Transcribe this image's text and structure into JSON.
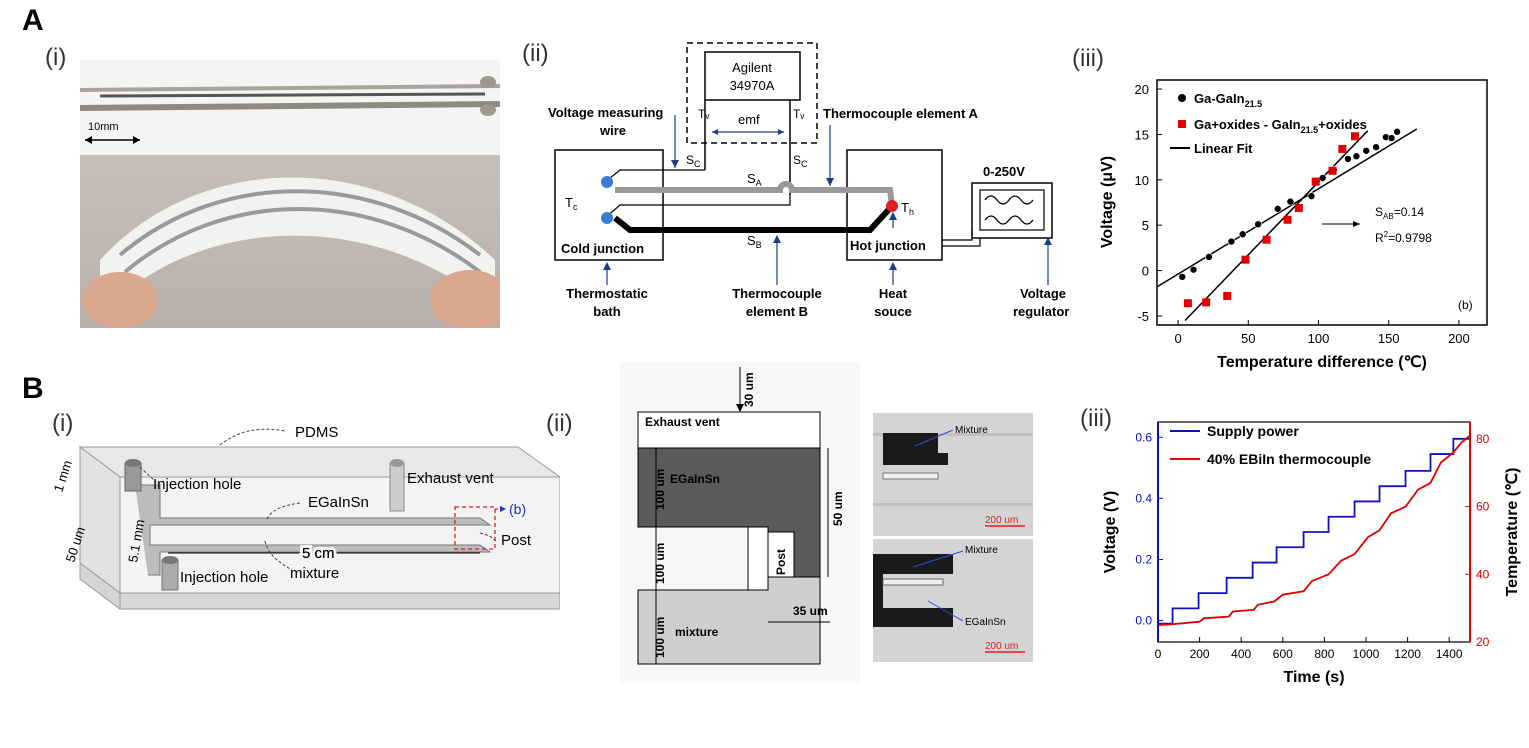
{
  "panel_A": {
    "letter": "A",
    "i": {
      "label": "(i)",
      "scale_bar": "10mm"
    },
    "ii": {
      "label": "(ii)",
      "instrument": [
        "Agilent",
        "34970A"
      ],
      "emf": "emf",
      "tv": "Tᵥ",
      "sc": "S",
      "sc_sub": "C",
      "sa": "S",
      "sa_sub": "A",
      "sb": "S",
      "sb_sub": "B",
      "tc": "T",
      "tc_sub": "c",
      "th": "T",
      "th_sub": "h",
      "voltage_wire": [
        "Voltage measuring",
        "wire"
      ],
      "element_a": "Thermocouple element A",
      "element_b": [
        "Thermocouple",
        "element B"
      ],
      "cold_junction": "Cold junction",
      "hot_junction": "Hot junction",
      "thermostatic": [
        "Thermostatic",
        "bath"
      ],
      "heat": [
        "Heat",
        "souce"
      ],
      "regulator": [
        "Voltage",
        "regulator"
      ],
      "supply": "0-250V"
    },
    "iii": {
      "label": "(iii)",
      "panel_tag": "(b)",
      "annotation_sab": "S",
      "annotation_sab_sub": "AB",
      "annotation_sab_val": "=0.14",
      "annotation_r2": "R",
      "annotation_r2_sup": "2",
      "annotation_r2_val": "=0.9798"
    }
  },
  "panel_B": {
    "letter": "B",
    "i": {
      "label": "(i)",
      "pdms": "PDMS",
      "injection_top": "Injection hole",
      "injection_bottom": "Injection hole",
      "exhaust": "Exhaust vent",
      "egalnsn": "EGaInSn",
      "post": "Post",
      "b_ref": "(b)",
      "len": "5 cm",
      "mixture": "mixture",
      "d1": "1 mm",
      "d2": "50 um",
      "d3": "5.1 mm"
    },
    "ii": {
      "label": "(ii)",
      "dim_30": "30 um",
      "exhaust": "Exhaust vent",
      "egalnsn": "EGaInSn",
      "dim_100a": "100 um",
      "dim_100b": "100 um",
      "dim_100c": "100 um",
      "dim_50": "50 um",
      "dim_35": "35 um",
      "post": "Post",
      "mixture": "mixture",
      "photo1_label": "Mixture",
      "photo1_scale": "200 um",
      "photo2_label1": "Mixture",
      "photo2_label2": "EGaInSn",
      "photo2_scale": "200 um"
    },
    "iii": {
      "label": "(iii)"
    }
  },
  "chart_data": [
    {
      "type": "scatter",
      "xlabel": "Temperature difference  (℃)",
      "ylabel": "Voltage (μV)",
      "xlim": [
        -15,
        220
      ],
      "ylim": [
        -6,
        21
      ],
      "xticks": [
        0,
        50,
        100,
        150,
        200
      ],
      "yticks": [
        -5,
        0,
        5,
        10,
        15,
        20
      ],
      "legend": [
        {
          "label": "Ga-GaIn",
          "sub": "21.5",
          "marker": "circle"
        },
        {
          "label": "Ga+oxides - GaIn",
          "sub": "21.5",
          "after": "+oxides",
          "marker": "square"
        },
        {
          "label": "Linear Fit",
          "marker": "line"
        }
      ],
      "series": [
        {
          "name": "Ga-GaIn21.5",
          "color": "#000000",
          "x": [
            3,
            11,
            22,
            38,
            46,
            57,
            71,
            80,
            95,
            103,
            111,
            121,
            127,
            134,
            141,
            148,
            152,
            156
          ],
          "y": [
            -0.7,
            0.1,
            1.5,
            3.2,
            4.0,
            5.1,
            6.8,
            7.6,
            8.2,
            10.2,
            11.1,
            12.3,
            12.6,
            13.2,
            13.6,
            14.7,
            14.6,
            15.3
          ]
        },
        {
          "name": "Ga+oxides - GaIn21.5+oxides",
          "color": "#e00000",
          "x": [
            7,
            20,
            35,
            48,
            63,
            78,
            86,
            98,
            110,
            117,
            126
          ],
          "y": [
            -3.6,
            -3.5,
            -2.8,
            1.2,
            3.4,
            5.6,
            6.9,
            9.8,
            11.0,
            13.4,
            14.8
          ]
        }
      ],
      "fits": [
        {
          "x": [
            -15,
            170
          ],
          "y": [
            -1.8,
            15.6
          ]
        },
        {
          "x": [
            5,
            135
          ],
          "y": [
            -5.5,
            15.4
          ]
        }
      ]
    },
    {
      "type": "line",
      "xlabel": "Time (s)",
      "ylabel": "Voltage (V)",
      "y2label": "Temperature (℃)",
      "xlim": [
        0,
        1500
      ],
      "ylim": [
        -0.07,
        0.65
      ],
      "y2lim": [
        20,
        85
      ],
      "xticks": [
        0,
        200,
        400,
        600,
        800,
        1000,
        1200,
        1400
      ],
      "yticks": [
        0.0,
        0.2,
        0.4,
        0.6
      ],
      "y2ticks": [
        20,
        40,
        60,
        80
      ],
      "legend": [
        "Supply power",
        "40% EBiIn thermocouple"
      ],
      "series": [
        {
          "name": "Supply power",
          "color": "#1010c0",
          "axis": "left",
          "kind": "step",
          "x": [
            0,
            70,
            195,
            330,
            455,
            570,
            700,
            820,
            945,
            1065,
            1190,
            1310,
            1420,
            1500
          ],
          "y": [
            -0.01,
            0.04,
            0.09,
            0.14,
            0.19,
            0.24,
            0.29,
            0.34,
            0.39,
            0.44,
            0.49,
            0.545,
            0.595,
            0.6
          ]
        },
        {
          "name": "40% EBiIn thermocouple",
          "color": "#e00000",
          "axis": "right",
          "kind": "line",
          "x": [
            0,
            60,
            200,
            220,
            340,
            360,
            460,
            480,
            560,
            600,
            700,
            740,
            820,
            880,
            945,
            1010,
            1065,
            1120,
            1190,
            1250,
            1310,
            1360,
            1420,
            1460,
            1500
          ],
          "y": [
            25,
            25.2,
            26,
            27,
            27.5,
            29,
            29.5,
            31,
            32,
            34,
            35,
            38,
            40,
            44,
            46,
            51,
            53,
            58,
            60,
            65,
            67,
            73,
            76,
            79,
            81
          ]
        }
      ]
    }
  ]
}
